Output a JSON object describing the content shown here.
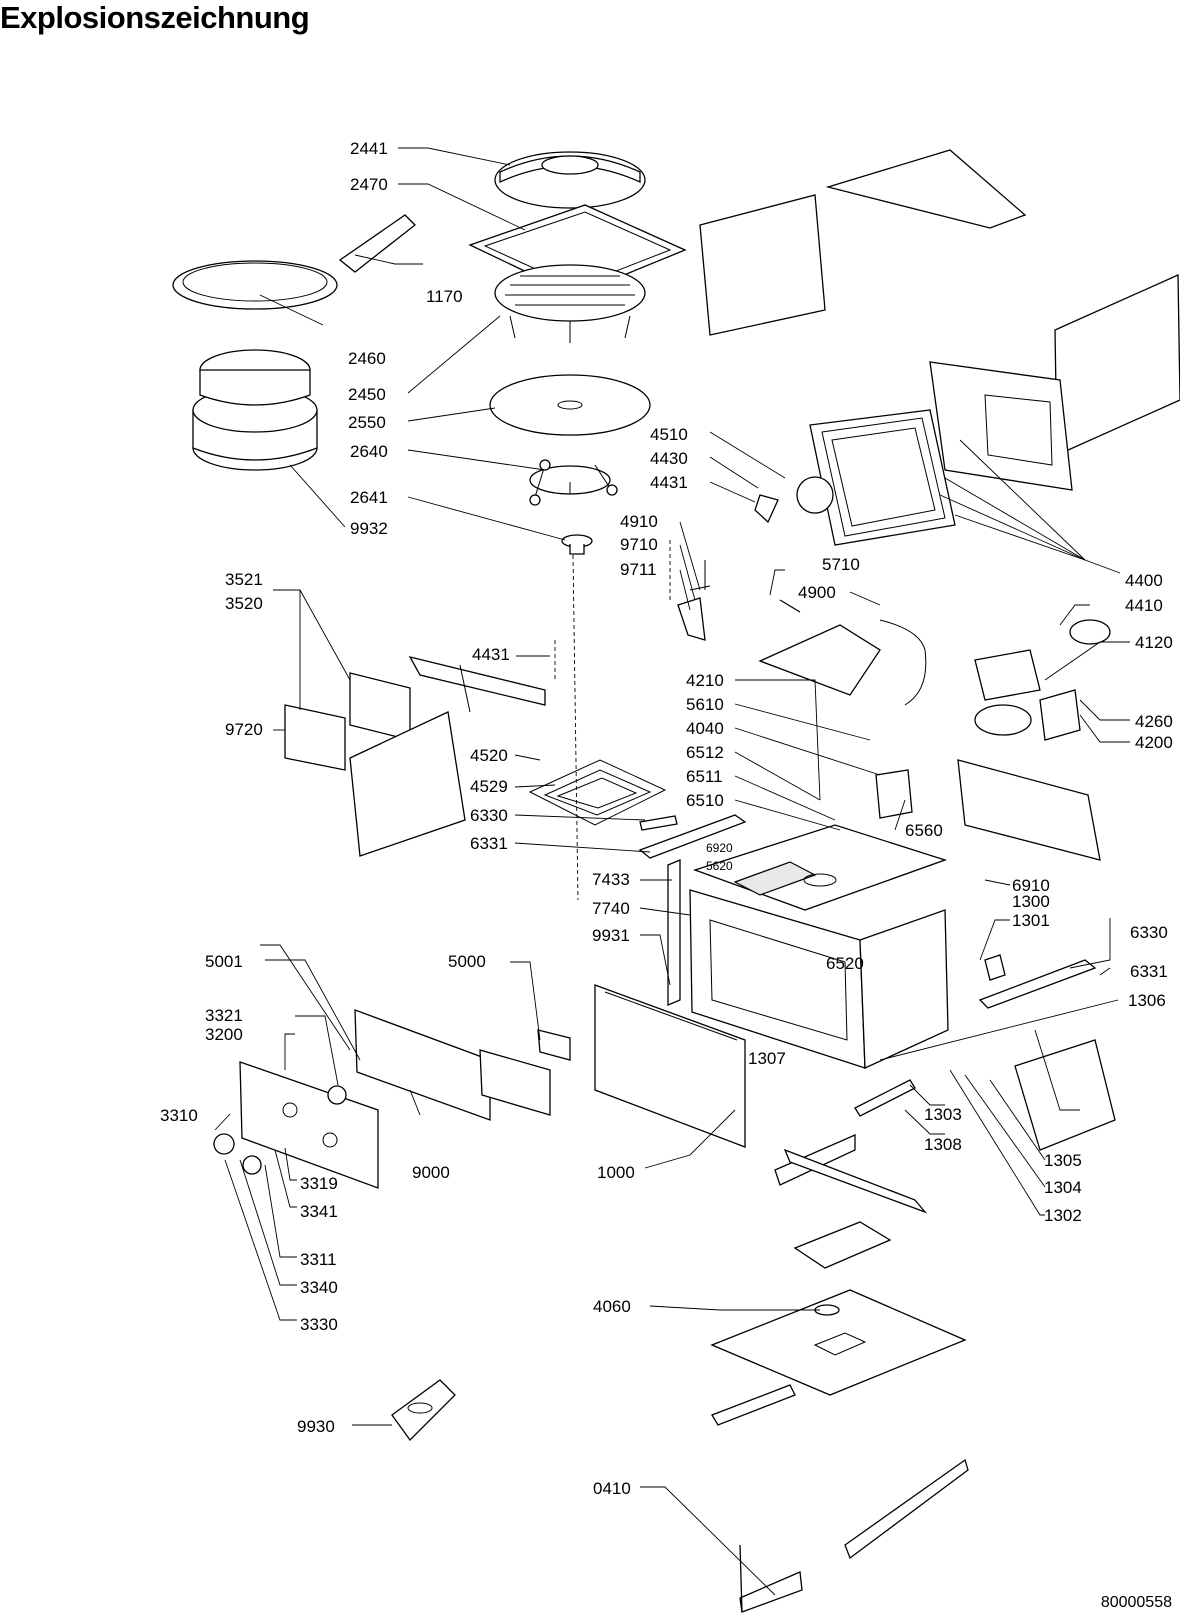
{
  "title": "Explosionszeichnung",
  "document_number": "80000558",
  "part_labels": {
    "p2441": "2441",
    "p2470": "2470",
    "p1170": "1170",
    "p2460": "2460",
    "p2450": "2450",
    "p2550": "2550",
    "p2640": "2640",
    "p2641": "2641",
    "p9932": "9932",
    "p4510": "4510",
    "p4430": "4430",
    "p4431a": "4431",
    "p4400": "4400",
    "p4410": "4410",
    "p4120": "4120",
    "p4910": "4910",
    "p9710": "9710",
    "p9711": "9711",
    "p5710": "5710",
    "p4900": "4900",
    "p3521": "3521",
    "p3520": "3520",
    "p4431b": "4431",
    "p9720": "9720",
    "p4520": "4520",
    "p4529": "4529",
    "p6330a": "6330",
    "p6331a": "6331",
    "p4210": "4210",
    "p5610": "5610",
    "p4040": "4040",
    "p6512": "6512",
    "p6511": "6511",
    "p6510": "6510",
    "p6560": "6560",
    "p4260": "4260",
    "p4200": "4200",
    "p6920": "6920",
    "p5620": "5620",
    "p7433": "7433",
    "p7740": "7740",
    "p9931": "9931",
    "p6910": "6910",
    "p1300": "1300",
    "p1301": "1301",
    "p6330b": "6330",
    "p6331b": "6331",
    "p6520": "6520",
    "p5001": "5001",
    "p5000": "5000",
    "p1306": "1306",
    "p3321": "3321",
    "p3200": "3200",
    "p3310": "3310",
    "p1307": "1307",
    "p1303": "1303",
    "p1308": "1308",
    "p1305": "1305",
    "p1304": "1304",
    "p1302": "1302",
    "p9000": "9000",
    "p1000": "1000",
    "p3319": "3319",
    "p3341": "3341",
    "p3311": "3311",
    "p3340": "3340",
    "p3330": "3330",
    "p4060": "4060",
    "p9930": "9930",
    "p0410": "0410"
  }
}
